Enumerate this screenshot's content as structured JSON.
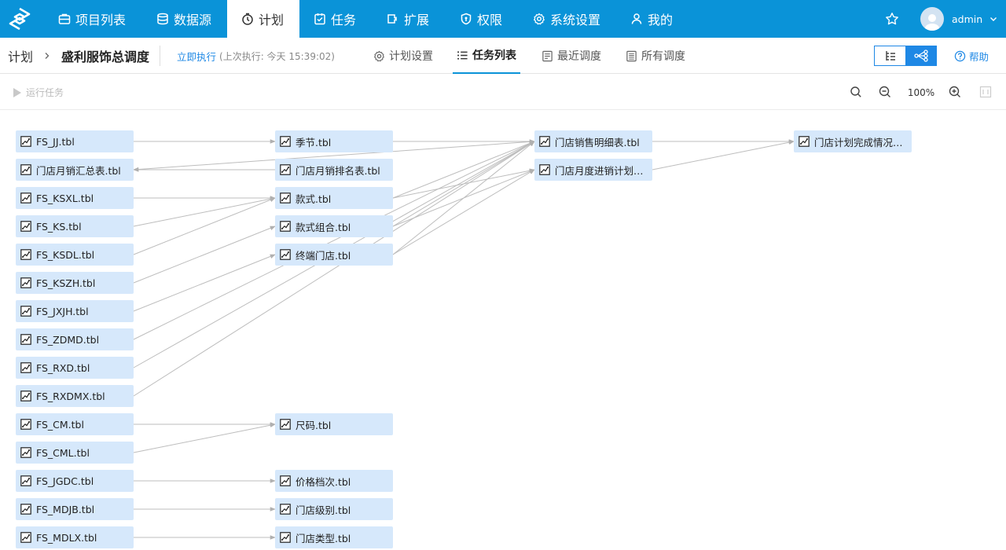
{
  "nav": {
    "items": [
      {
        "label": "项目列表",
        "icon": "briefcase-icon",
        "name": "nav-projects"
      },
      {
        "label": "数据源",
        "icon": "database-icon",
        "name": "nav-datasource"
      },
      {
        "label": "计划",
        "icon": "clock-icon",
        "name": "nav-plan",
        "active": true
      },
      {
        "label": "任务",
        "icon": "task-icon",
        "name": "nav-tasks"
      },
      {
        "label": "扩展",
        "icon": "extension-icon",
        "name": "nav-extension"
      },
      {
        "label": "权限",
        "icon": "shield-icon",
        "name": "nav-permission"
      },
      {
        "label": "系统设置",
        "icon": "gear-icon",
        "name": "nav-settings"
      },
      {
        "label": "我的",
        "icon": "user-icon",
        "name": "nav-mine"
      }
    ],
    "user": "admin"
  },
  "header": {
    "crumb_root": "计划",
    "plan_name": "盛利服饰总调度",
    "run_now": "立即执行",
    "last_run": "(上次执行: 今天 15:39:02)",
    "tabs": [
      {
        "label": "计划设置",
        "icon": "gear-icon",
        "name": "tab-plan-settings"
      },
      {
        "label": "任务列表",
        "icon": "list-icon",
        "name": "tab-task-list",
        "active": true
      },
      {
        "label": "最近调度",
        "icon": "recent-icon",
        "name": "tab-recent"
      },
      {
        "label": "所有调度",
        "icon": "all-schedule-icon",
        "name": "tab-all"
      }
    ],
    "help": "帮助"
  },
  "toolbar": {
    "run_task": "运行任务",
    "zoom": "100%"
  },
  "colors": {
    "primary": "#0a93d8",
    "node_bg": "#d6e8fb",
    "edge": "#bdbdbd"
  },
  "graph": {
    "nodes": [
      {
        "id": "n0",
        "label": "FS_JJ.tbl",
        "col": 0,
        "row": 0
      },
      {
        "id": "n1",
        "label": "门店月销汇总表.tbl",
        "col": 0,
        "row": 1
      },
      {
        "id": "n2",
        "label": "FS_KSXL.tbl",
        "col": 0,
        "row": 2
      },
      {
        "id": "n3",
        "label": "FS_KS.tbl",
        "col": 0,
        "row": 3
      },
      {
        "id": "n4",
        "label": "FS_KSDL.tbl",
        "col": 0,
        "row": 4
      },
      {
        "id": "n5",
        "label": "FS_KSZH.tbl",
        "col": 0,
        "row": 5
      },
      {
        "id": "n6",
        "label": "FS_JXJH.tbl",
        "col": 0,
        "row": 6
      },
      {
        "id": "n7",
        "label": "FS_ZDMD.tbl",
        "col": 0,
        "row": 7
      },
      {
        "id": "n8",
        "label": "FS_RXD.tbl",
        "col": 0,
        "row": 8
      },
      {
        "id": "n9",
        "label": "FS_RXDMX.tbl",
        "col": 0,
        "row": 9
      },
      {
        "id": "n10",
        "label": "FS_CM.tbl",
        "col": 0,
        "row": 10
      },
      {
        "id": "n11",
        "label": "FS_CML.tbl",
        "col": 0,
        "row": 11
      },
      {
        "id": "n12",
        "label": "FS_JGDC.tbl",
        "col": 0,
        "row": 12
      },
      {
        "id": "n13",
        "label": "FS_MDJB.tbl",
        "col": 0,
        "row": 13
      },
      {
        "id": "n14",
        "label": "FS_MDLX.tbl",
        "col": 0,
        "row": 14
      },
      {
        "id": "m0",
        "label": "季节.tbl",
        "col": 1,
        "row": 0
      },
      {
        "id": "m1",
        "label": "门店月销排名表.tbl",
        "col": 1,
        "row": 1
      },
      {
        "id": "m2",
        "label": "款式.tbl",
        "col": 1,
        "row": 2
      },
      {
        "id": "m3",
        "label": "款式组合.tbl",
        "col": 1,
        "row": 3
      },
      {
        "id": "m4",
        "label": "终端门店.tbl",
        "col": 1,
        "row": 4
      },
      {
        "id": "m10",
        "label": "尺码.tbl",
        "col": 1,
        "row": 10
      },
      {
        "id": "m12",
        "label": "价格档次.tbl",
        "col": 1,
        "row": 12
      },
      {
        "id": "m13",
        "label": "门店级别.tbl",
        "col": 1,
        "row": 13
      },
      {
        "id": "m14",
        "label": "门店类型.tbl",
        "col": 1,
        "row": 14
      },
      {
        "id": "r0",
        "label": "门店销售明细表.tbl",
        "col": 2,
        "row": 0
      },
      {
        "id": "r1",
        "label": "门店月度进销计划表.tbl",
        "col": 2,
        "row": 1
      },
      {
        "id": "s0",
        "label": "门店计划完成情况表.tbl",
        "col": 3,
        "row": 0
      }
    ],
    "edges": [
      [
        "n0",
        "m0"
      ],
      [
        "m1",
        "n1"
      ],
      [
        "r0",
        "n1"
      ],
      [
        "n2",
        "m2"
      ],
      [
        "n3",
        "m2"
      ],
      [
        "n4",
        "m2"
      ],
      [
        "n5",
        "m3"
      ],
      [
        "n6",
        "m4"
      ],
      [
        "n7",
        "r0"
      ],
      [
        "n8",
        "r0"
      ],
      [
        "n9",
        "r0"
      ],
      [
        "n10",
        "m10"
      ],
      [
        "n11",
        "m10"
      ],
      [
        "n12",
        "m12"
      ],
      [
        "n13",
        "m13"
      ],
      [
        "n14",
        "m14"
      ],
      [
        "m0",
        "r0"
      ],
      [
        "m2",
        "r0"
      ],
      [
        "m2",
        "r1"
      ],
      [
        "m3",
        "r0"
      ],
      [
        "m3",
        "r1"
      ],
      [
        "m4",
        "r0"
      ],
      [
        "m4",
        "r1"
      ],
      [
        "r0",
        "s0"
      ],
      [
        "r1",
        "s0"
      ]
    ]
  }
}
